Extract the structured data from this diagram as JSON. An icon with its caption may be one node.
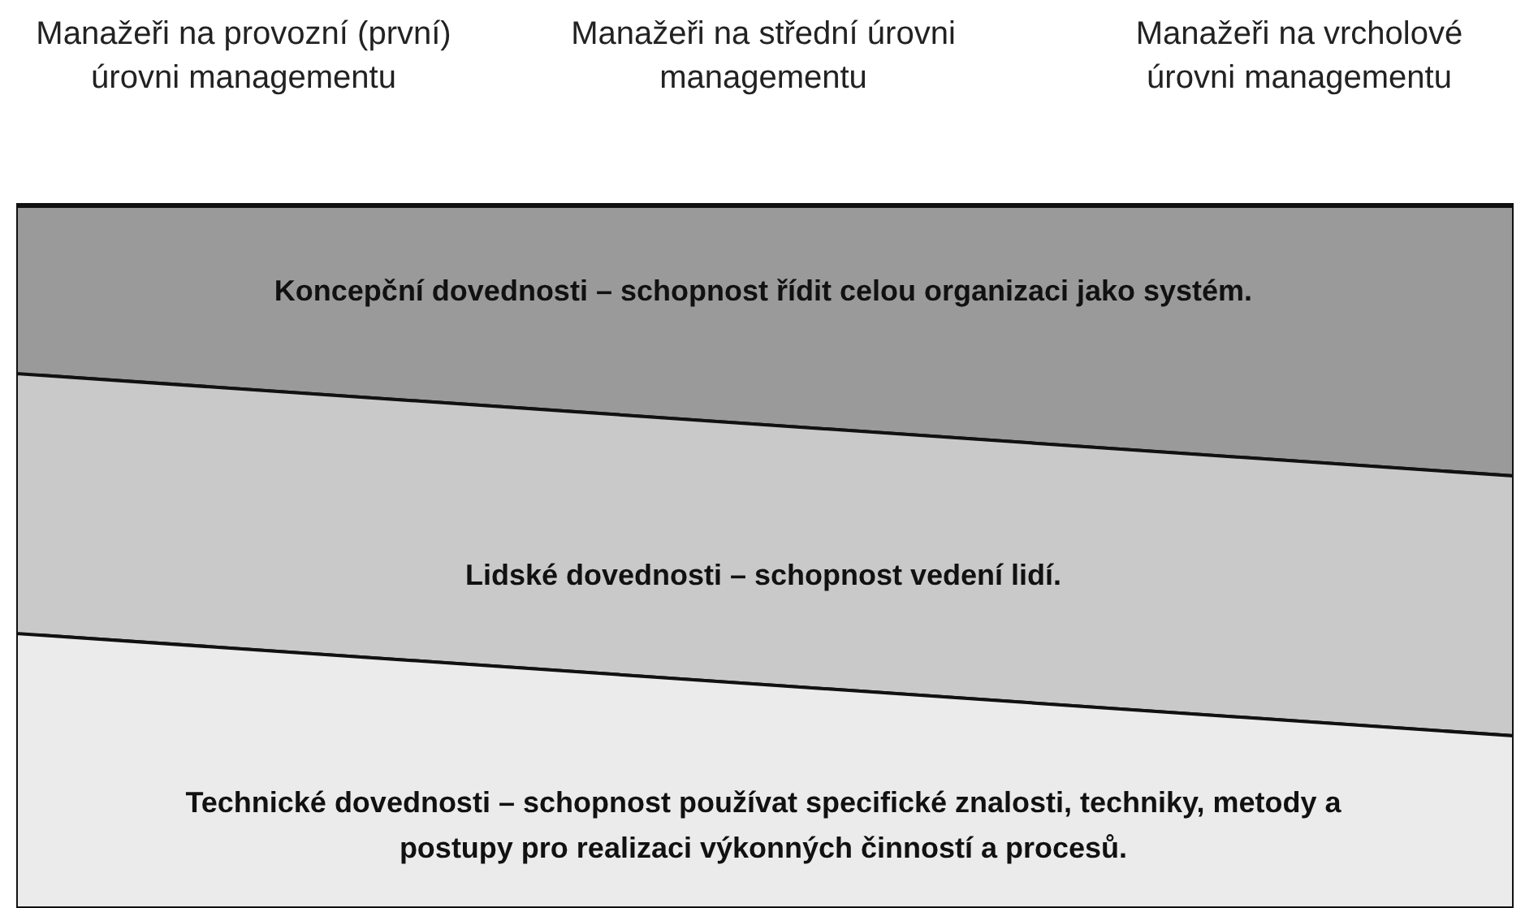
{
  "diagram": {
    "nodes": [
      {
        "text": [
          "Koncepční dovednosti – schopnost řídit celou organizaci jako systém."
        ]
      },
      {
        "text": [
          "Lidské dovednosti – schopnost vedení lidí."
        ]
      },
      {
        "text": [
          "Technické dovednosti – schopnost používat specifické znalosti, techniky, metody a postupy pro realizaci výkonných činností a procesů."
        ]
      }
    ],
    "edges": [],
    "labels": [
      "Manažeři na provozní (první) úrovni managementu",
      "Manažeři na střední úrovni managementu",
      "Manažeři na vrcholové úrovni managementu"
    ]
  }
}
